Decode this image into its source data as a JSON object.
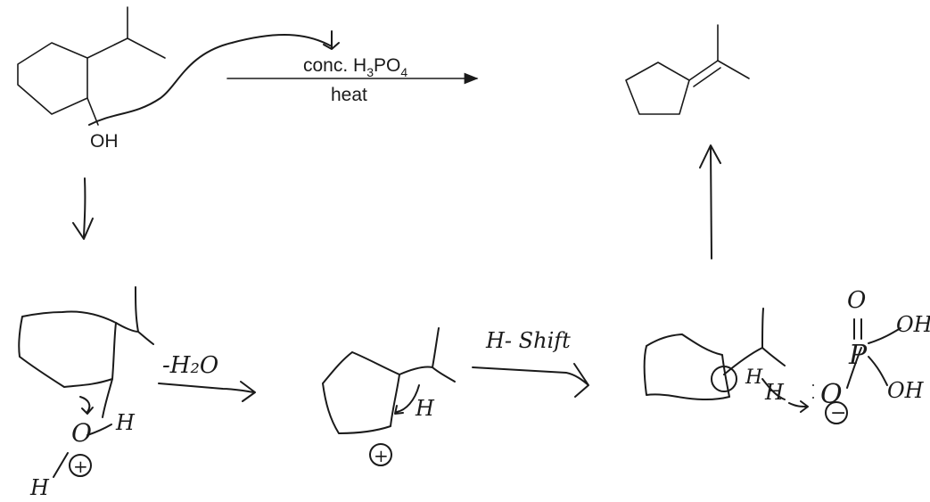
{
  "reaction": {
    "reagent_prefix": "conc. H",
    "reagent_sub1": "3",
    "reagent_mid": "PO",
    "reagent_sub2": "4",
    "condition": "heat"
  },
  "start": {
    "oh_label": "OH"
  },
  "step1": {
    "h_right": "H",
    "o_label": "O",
    "h_lower": "H",
    "charge": "+"
  },
  "dehydration": {
    "label": "-H₂O"
  },
  "carbocation1": {
    "h_label": "H",
    "charge": "+"
  },
  "shift": {
    "label": "H- Shift"
  },
  "step3": {
    "h_on_c": "H",
    "h_left": "H",
    "o_label": "O",
    "o_charge": "−",
    "p_label": "P",
    "top_o": "O",
    "oh_top": "OH",
    "oh_bottom": "OH"
  }
}
